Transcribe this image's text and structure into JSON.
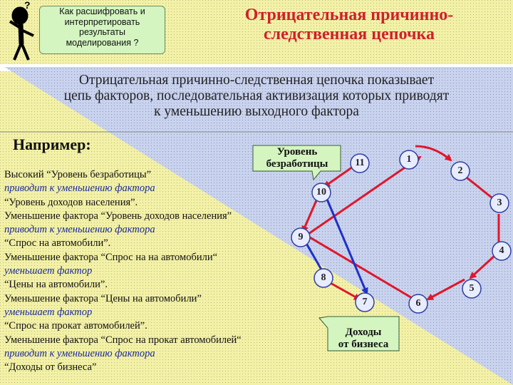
{
  "header": {
    "note_lines": [
      "Как расшифровать и",
      "интерпретировать",
      "результаты",
      "моделирования ?"
    ],
    "title_lines": [
      "Отрицательная причинно-",
      "следственная цепочка"
    ]
  },
  "intro_lines": [
    "Отрицательная причинно-следственная цепочка показывает",
    "цепь факторов, последовательная активизация которых приводят",
    "к уменьшению выходного фактора"
  ],
  "example": {
    "heading": "Например:",
    "lines": [
      {
        "text": "Высокий “Уровень безработицы”",
        "style": "a"
      },
      {
        "text": "приводит к уменьшению фактора",
        "style": "b"
      },
      {
        "text": "“Уровень доходов населения”.",
        "style": "a"
      },
      {
        "text": "Уменьшение фактора  “Уровень доходов населения”",
        "style": "a"
      },
      {
        "text": " приводит к уменьшению фактора",
        "style": "b"
      },
      {
        "text": "“Спрос на автомобили”.",
        "style": "a"
      },
      {
        "text": "Уменьшение фактора “Спрос на на автомобили“",
        "style": "a"
      },
      {
        "text": "уменьшает фактор",
        "style": "b"
      },
      {
        "text": "“Цены на автомобили”.",
        "style": "a"
      },
      {
        "text": "Уменьшение фактора “Цены на автомобили”",
        "style": "a"
      },
      {
        "text": "уменьшает  фактор",
        "style": "b"
      },
      {
        "text": "“Спрос на прокат автомобилей”.",
        "style": "a"
      },
      {
        "text": "Уменьшение фактора “Спрос на прокат автомобилей“",
        "style": "a"
      },
      {
        "text": "  приводит к уменьшению фактора",
        "style": "b"
      },
      {
        "text": "“Доходы от бизнеса”",
        "style": "a"
      }
    ]
  },
  "diagram": {
    "start_box_lines": [
      "Уровень",
      "безработицы"
    ],
    "end_box_lines": [
      "Доходы",
      "от бизнеса"
    ],
    "nodes": [
      "1",
      "2",
      "3",
      "4",
      "5",
      "6",
      "7",
      "8",
      "9",
      "10",
      "11"
    ],
    "colors": {
      "red": "#e0162b",
      "blue": "#2030c8",
      "title": "#d0202a"
    }
  }
}
